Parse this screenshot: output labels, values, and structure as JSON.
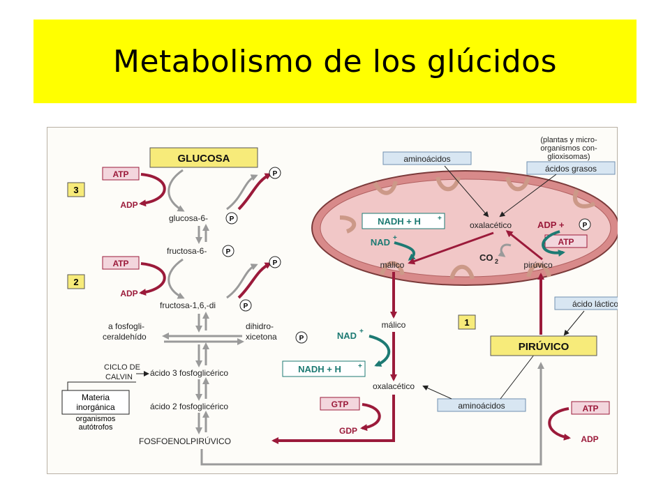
{
  "slide_title": "Metabolismo de los glúcidos",
  "colors": {
    "title_band": "#ffff00",
    "arrow_maroon": "#9b1a3a",
    "arrow_teal": "#1d7a73",
    "grey_arrow": "#9a9a9a",
    "box_yellow": "#f7eb7a",
    "box_blue": "#d8e6f2",
    "mito_outer": "#d88a8a",
    "mito_inner": "#f1c7c7",
    "atp_box": "#f3d6dd"
  },
  "diagram": {
    "glucosa": "GLUCOSA",
    "piruvico_box": "PIRÚVICO",
    "atp": "ATP",
    "adp": "ADP",
    "p": "P",
    "step_3": "3",
    "step_2": "2",
    "step_1": "1",
    "glucosa_6": "glucosa-6-",
    "fructosa_6": "fructosa-6-",
    "fructosa_16": "fructosa-1,6,-di",
    "fosfogli_1": "a fosfogli-",
    "fosfogli_2": "ceraldehído",
    "dihidro_1": "dihidro-",
    "dihidro_2": "xicetona",
    "acido_3": "ácido 3 fosfoglicérico",
    "acido_2": "ácido 2 fosfoglicérico",
    "fosfoenol": "FOSFOENOLPIRÚVICO",
    "ciclo_1": "CICLO DE",
    "ciclo_2": "CALVIN",
    "materia_1": "Materia",
    "materia_2": "inorgánica",
    "organismos_1": "organismos",
    "organismos_2": "autótrofos",
    "aminoacidos": "aminoácidos",
    "acidos_grasos": "ácidos grasos",
    "plantas_1": "(plantas y micro-",
    "plantas_2": "organismos con-",
    "plantas_3": "glioxisomas)",
    "nadh_h": "NADH + H",
    "nad": "NAD",
    "plus": "+",
    "oxalacetico": "oxalacético",
    "malico": "málico",
    "co2": "CO",
    "co2_sub": "2",
    "piruvico_small": "pirúvico",
    "adp_plus": "ADP +",
    "acido_lactico": "ácido láctico",
    "gtp": "GTP",
    "gdp": "GDP"
  }
}
